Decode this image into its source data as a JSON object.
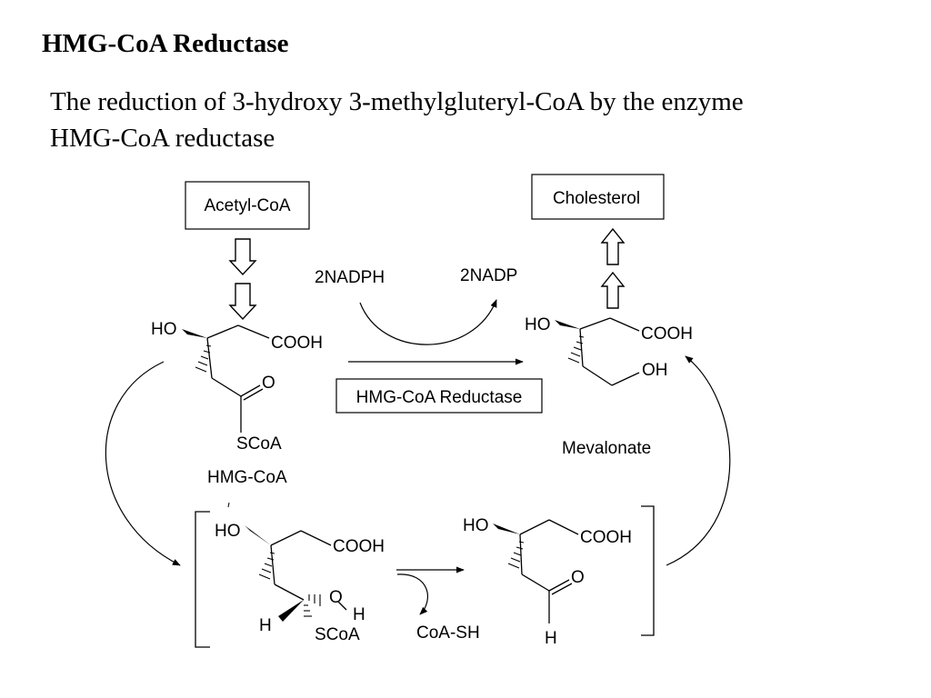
{
  "header": {
    "title": "HMG-CoA Reductase",
    "intro_line1": "The reduction of 3-hydroxy 3-methylgluteryl-CoA by the enzyme",
    "intro_line2": "HMG-CoA reductase"
  },
  "boxes": {
    "acetyl_coa": "Acetyl-CoA",
    "cholesterol": "Cholesterol",
    "enzyme": "HMG-CoA Reductase"
  },
  "cofactors": {
    "nadph": "2NADPH",
    "nadp": "2NADP",
    "coa_sh": "CoA-SH"
  },
  "compound_names": {
    "hmg_coa": "HMG-CoA",
    "mevalonate": "Mevalonate"
  },
  "atom_labels": {
    "ho": "HO",
    "cooh": "COOH",
    "o": "O",
    "oh": "OH",
    "h": "H",
    "scoa": "SCoA"
  }
}
